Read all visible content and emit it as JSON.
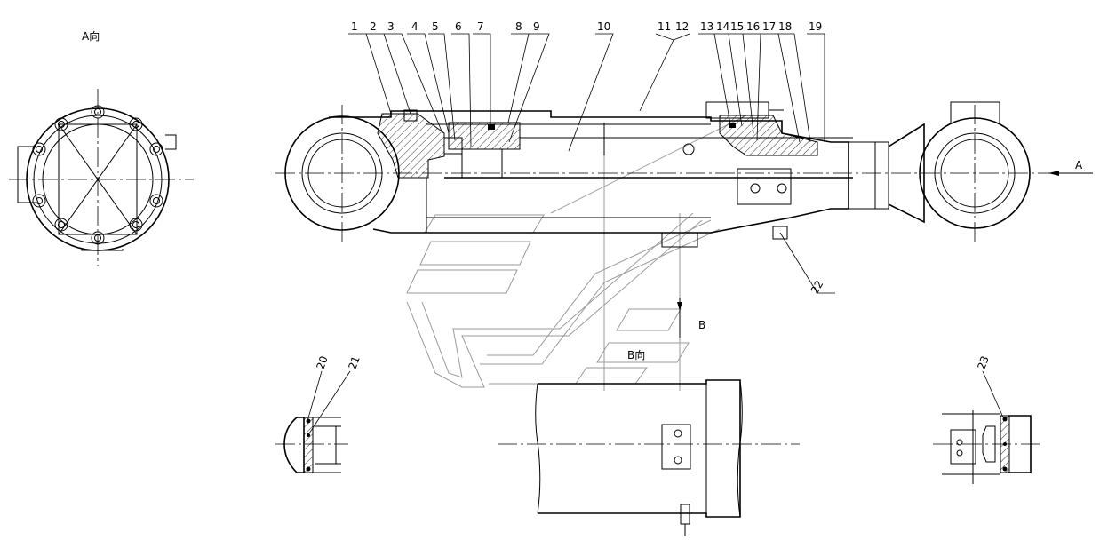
{
  "views": {
    "a_view_label": "A向",
    "b_view_label": "B向",
    "arrow_a": "A",
    "arrow_b": "B"
  },
  "part_numbers": [
    "1",
    "2",
    "3",
    "4",
    "5",
    "6",
    "7",
    "8",
    "9",
    "10",
    "11",
    "12",
    "13",
    "14",
    "15",
    "16",
    "17",
    "18",
    "19",
    "20",
    "21",
    "22",
    "23"
  ]
}
